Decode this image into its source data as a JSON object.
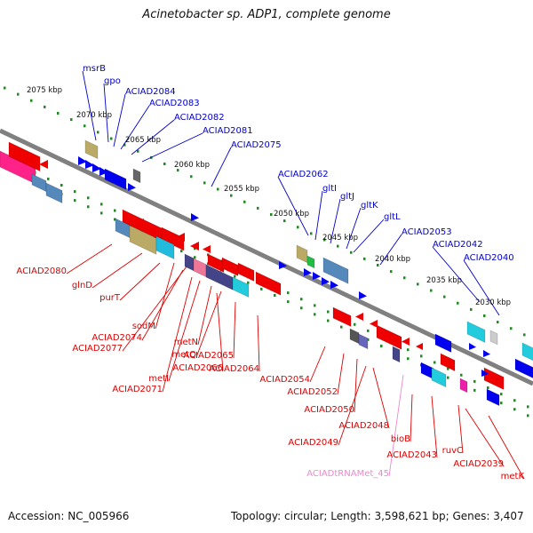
{
  "title": "Acinetobacter sp. ADP1, complete genome",
  "footer": {
    "accession": "Accession: NC_005966",
    "summary": "Topology: circular; Length: 3,598,621 bp; Genes: 3,407"
  },
  "colors": {
    "forward_label": "#0000cc",
    "reverse_label": "#dd0000",
    "trna_label": "#ee88cc",
    "backbone": "#808080",
    "ticks": "#228822",
    "forward_feature": "#0000ee",
    "reverse_feature": "#ee0000"
  },
  "scale_labels": [
    "2075 kbp",
    "2070 kbp",
    "2065 kbp",
    "2060 kbp",
    "2055 kbp",
    "2050 kbp",
    "2045 kbp",
    "2040 kbp",
    "2035 kbp",
    "2030 kbp"
  ],
  "forward_labels": [
    "msrB",
    "gpo",
    "ACIAD2084",
    "ACIAD2083",
    "ACIAD2082",
    "ACIAD2081",
    "ACIAD2075",
    "ACIAD2062",
    "gltI",
    "gltJ",
    "gltK",
    "gltL",
    "ACIAD2053",
    "ACIAD2042",
    "ACIAD2040"
  ],
  "reverse_labels": [
    "ACIAD2080",
    "glnD",
    "purT",
    "sodM",
    "ACIAD2074",
    "ACIAD2077",
    "metN",
    "metQ",
    "ACIAD2065",
    "ACIAD2066",
    "metI",
    "ACIAD2071",
    "ACIAD2064",
    "ACIAD2054",
    "ACIAD2052",
    "ACIAD2050",
    "ACIAD2048",
    "ACIAD2049",
    "bioB",
    "ACIAD2043",
    "ruvC",
    "ACIAD2039",
    "metK"
  ],
  "trna_labels": [
    "ACIADtRNAMet_45"
  ]
}
